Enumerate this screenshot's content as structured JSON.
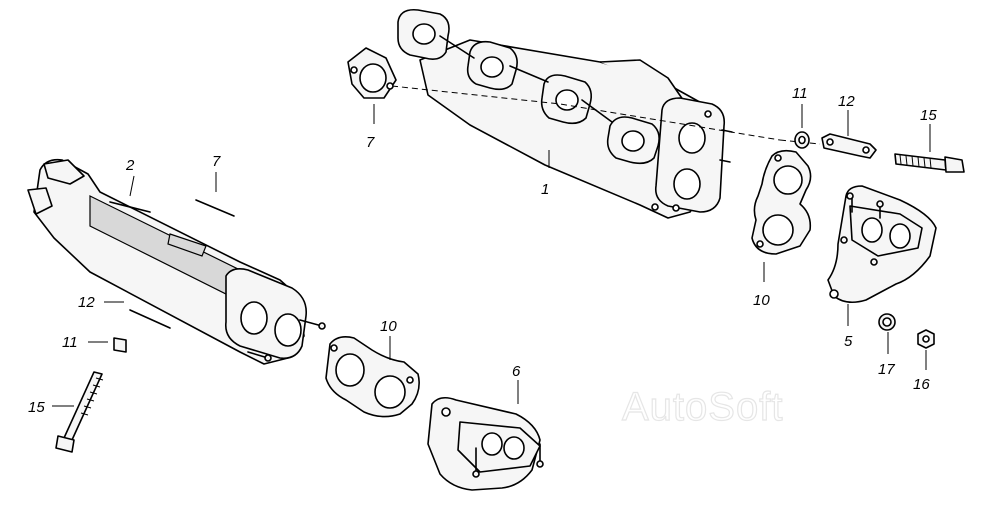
{
  "watermark": "AutoSoft",
  "callouts": {
    "c1": "1",
    "c2": "2",
    "c5": "5",
    "c6": "6",
    "c7_top": "7",
    "c7_left": "7",
    "c10_right": "10",
    "c10_left": "10",
    "c11_right": "11",
    "c11_left": "11",
    "c12_right": "12",
    "c12_left": "12",
    "c15_right": "15",
    "c15_left": "15",
    "c16": "16",
    "c17": "17"
  },
  "colors": {
    "line": "#000000",
    "watermark": "#e6e6e6",
    "background": "#ffffff"
  }
}
